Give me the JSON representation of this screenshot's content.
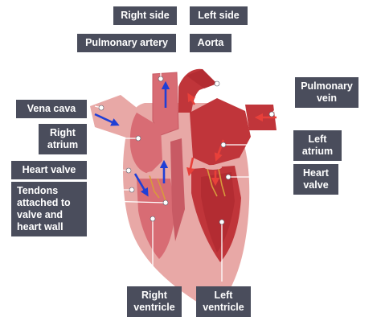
{
  "labels": {
    "right_side": "Right side",
    "left_side": "Left side",
    "pulmonary_artery": "Pulmonary artery",
    "aorta": "Aorta",
    "pulmonary_vein_1": "Pulmonary",
    "pulmonary_vein_2": "vein",
    "vena_cava": "Vena cava",
    "right_atrium_1": "Right",
    "right_atrium_2": "atrium",
    "left_atrium_1": "Left",
    "left_atrium_2": "atrium",
    "heart_valve_left": "Heart valve",
    "heart_valve_right_1": "Heart",
    "heart_valve_right_2": "valve",
    "tendons_1": "Tendons",
    "tendons_2": "attached to",
    "tendons_3": "valve and",
    "tendons_4": "heart wall",
    "right_ventricle_1": "Right",
    "right_ventricle_2": "ventricle",
    "left_ventricle_1": "Left",
    "left_ventricle_2": "ventricle"
  },
  "colors": {
    "label_bg": "#4a4d5c",
    "label_text": "#ffffff",
    "heart_outer": "#e8a8a6",
    "right_side_chamber": "#d86c74",
    "left_side_chamber": "#c0353a",
    "blood_deoxygenated_arrow": "#1f3fd6",
    "blood_oxygenated_arrow": "#e8403a",
    "tendon": "#d89a3c"
  }
}
